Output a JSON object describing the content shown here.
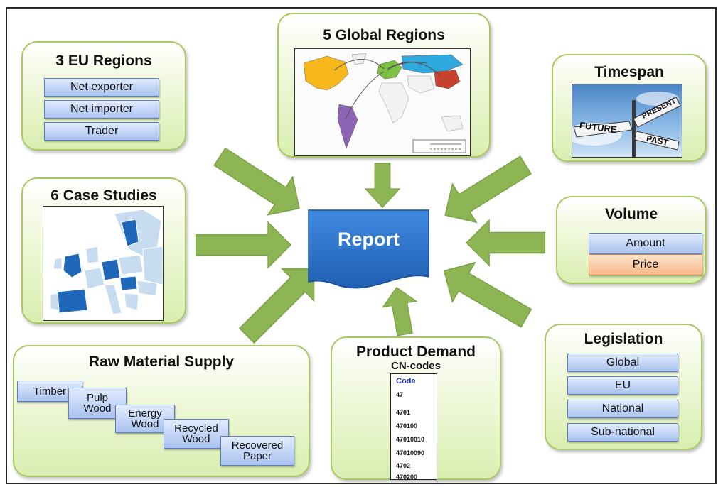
{
  "center": {
    "label": "Report"
  },
  "eu_regions": {
    "title": "3 EU Regions",
    "items": [
      "Net exporter",
      "Net importer",
      "Trader"
    ]
  },
  "global_regions": {
    "title": "5 Global Regions"
  },
  "timespan": {
    "title": "Timespan",
    "signs": [
      "FUTURE",
      "PRESENT",
      "PAST"
    ]
  },
  "case_studies": {
    "title": "6 Case Studies"
  },
  "volume": {
    "title": "Volume",
    "items": [
      "Amount",
      "Price"
    ]
  },
  "raw_material": {
    "title": "Raw Material Supply",
    "items": [
      "Timber",
      "Pulp\nWood",
      "Energy\nWood",
      "Recycled\nWood",
      "Recovered\nPaper"
    ]
  },
  "product_demand": {
    "title": "Product Demand",
    "subtitle": "CN-codes",
    "code_header": "Code",
    "codes": [
      "47",
      "4701",
      "470100",
      "47010010",
      "47010090",
      "4702",
      "470200"
    ]
  },
  "legislation": {
    "title": "Legislation",
    "items": [
      "Global",
      "EU",
      "National",
      "Sub-national"
    ]
  },
  "colors": {
    "box_border": "#a8c864",
    "arrow": "#8db554",
    "chip_blue": "#a9c2ee",
    "chip_orange": "#f6b98a",
    "report_blue": "#2f75c9"
  }
}
